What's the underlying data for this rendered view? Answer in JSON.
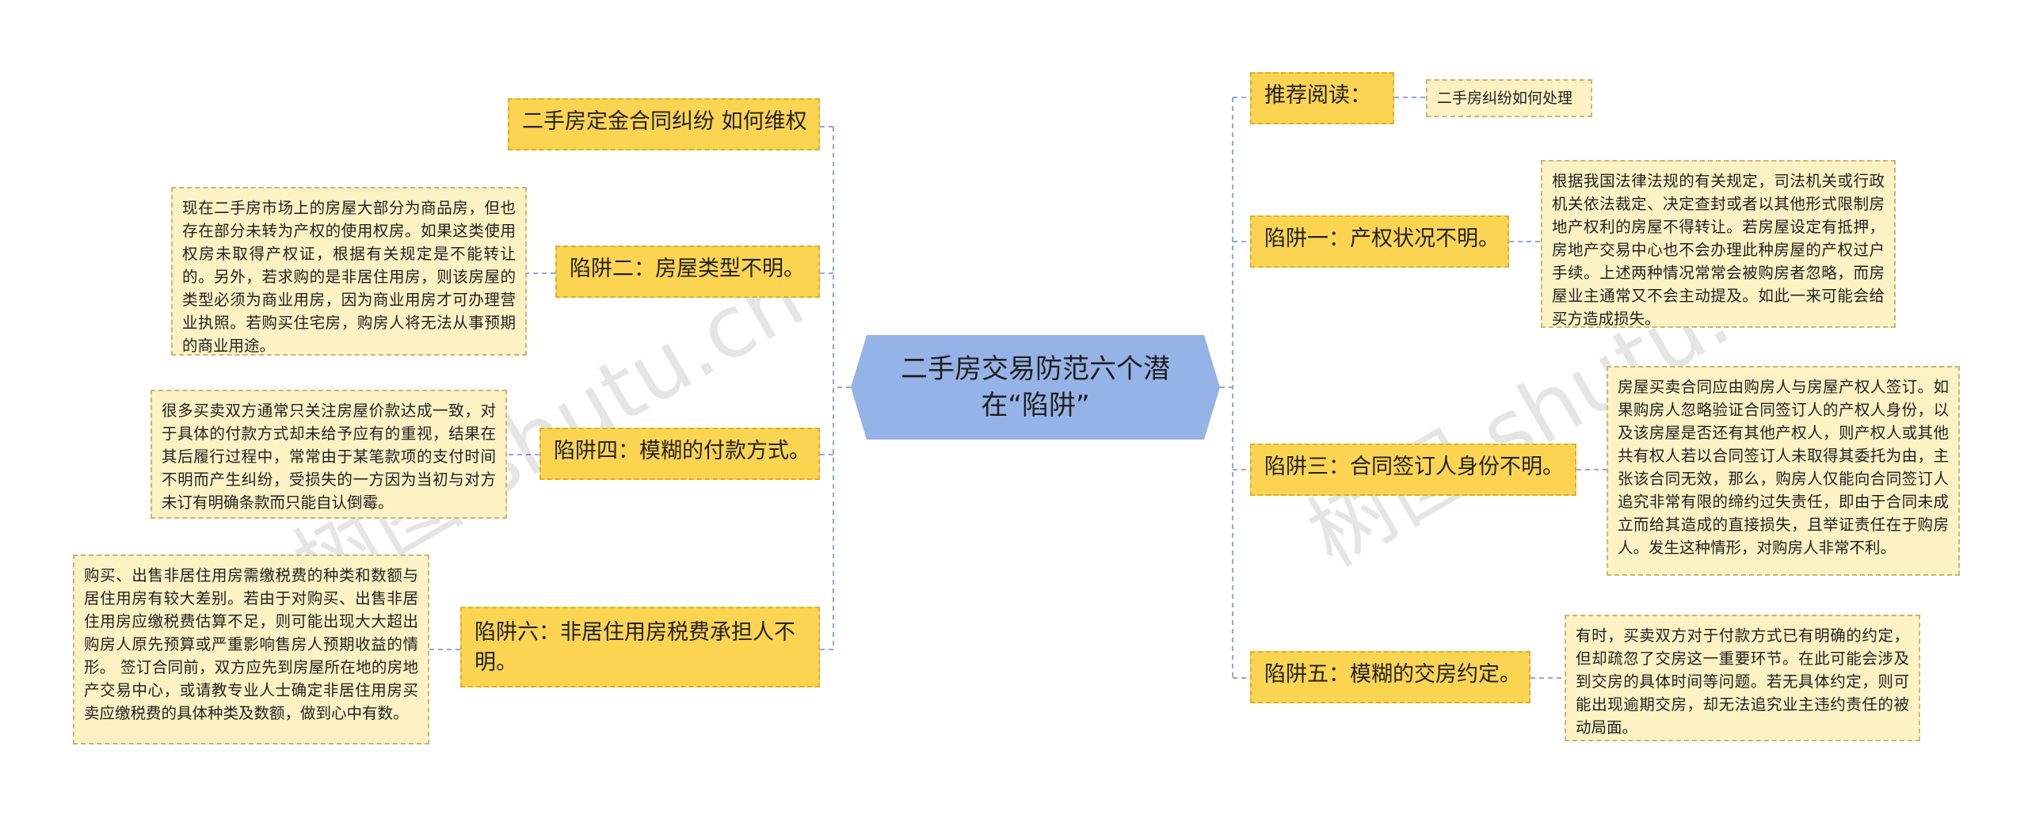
{
  "root": {
    "title": "二手房交易防范六个潜在“陷阱”"
  },
  "left": {
    "b1": {
      "label": "二手房定金合同纠纷 如何维权"
    },
    "b2": {
      "label": "陷阱二：房屋类型不明。",
      "detail": "现在二手房市场上的房屋大部分为商品房，但也存在部分未转为产权的使用权房。如果这类使用权房未取得产权证，根据有关规定是不能转让的。另外，若求购的是非居住用房，则该房屋的类型必须为商业用房，因为商业用房才可办理营业执照。若购买住宅房，购房人将无法从事预期的商业用途。"
    },
    "b3": {
      "label": "陷阱四：模糊的付款方式。",
      "detail": "很多买卖双方通常只关注房屋价款达成一致，对于具体的付款方式却未给予应有的重视，结果在其后履行过程中，常常由于某笔款项的支付时间不明而产生纠纷，受损失的一方因为当初与对方未订有明确条款而只能自认倒霉。"
    },
    "b4": {
      "label": "陷阱六：非居住用房税费承担人不明。",
      "detail": "购买、出售非居住用房需缴税费的种类和数额与居住用房有较大差别。若由于对购买、出售非居住用房应缴税费估算不足，则可能出现大大超出购房人原先预算或严重影响售房人预期收益的情形。 签订合同前，双方应先到房屋所在地的房地产交易中心，或请教专业人士确定非居住用房买卖应缴税费的具体种类及数额，做到心中有数。"
    }
  },
  "right": {
    "r1": {
      "label": "推荐阅读：",
      "detail": "二手房纠纷如何处理"
    },
    "r2": {
      "label": "陷阱一：产权状况不明。",
      "detail": "根据我国法律法规的有关规定，司法机关或行政机关依法裁定、决定查封或者以其他形式限制房地产权利的房屋不得转让。若房屋设定有抵押，房地产交易中心也不会办理此种房屋的产权过户手续。上述两种情况常常会被购房者忽略，而房屋业主通常又不会主动提及。如此一来可能会给买方造成损失。"
    },
    "r3": {
      "label": "陷阱三：合同签订人身份不明。",
      "detail": "房屋买卖合同应由购房人与房屋产权人签订。如果购房人忽略验证合同签订人的产权人身份，以及该房屋是否还有其他产权人，则产权人或其他共有权人若以合同签订人未取得其委托为由，主张该合同无效，那么，购房人仅能向合同签订人追究非常有限的缔约过失责任，即由于合同未成立而给其造成的直接损失，且举证责任在于购房人。发生这种情形，对购房人非常不利。"
    },
    "r4": {
      "label": "陷阱五：模糊的交房约定。",
      "detail": "有时，买卖双方对于付款方式已有明确的约定，但却疏忽了交房这一重要环节。在此可能会涉及到交房的具体时间等问题。若无具体约定，则可能出现逾期交房，却无法追究业主违约责任的被动局面。"
    }
  },
  "watermark": {
    "left": "树图 shutu.cn",
    "right": "树图 shutu.cn"
  },
  "colors": {
    "branch": "#fbd452",
    "detail": "#fdf2c4",
    "root": "#95b3e6",
    "line": "#8fa9d6"
  }
}
